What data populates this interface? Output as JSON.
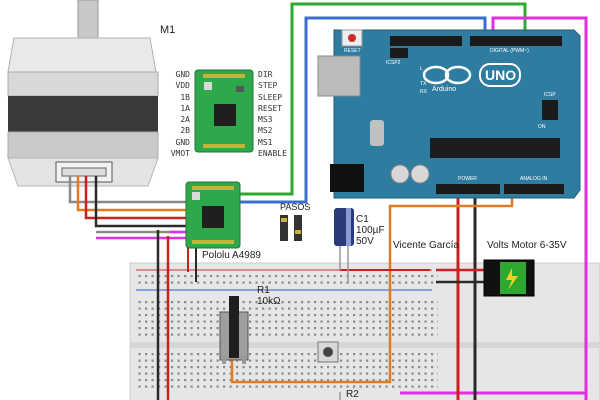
{
  "motor": {
    "label": "M1"
  },
  "driver": {
    "name": "Pololu A4989",
    "pins_left": [
      "GND",
      "VDD",
      "1B",
      "1A",
      "2A",
      "2B",
      "GND",
      "VMOT"
    ],
    "pins_right": [
      "DIR",
      "STEP",
      "SLEEP",
      "RESET",
      "MS3",
      "MS2",
      "MS1",
      "ENABLE"
    ]
  },
  "pasos": {
    "label": "PASOS"
  },
  "capacitor": {
    "name": "C1",
    "value": "100µF",
    "voltage": "50V"
  },
  "author": {
    "name": "Vicente García"
  },
  "power_supply": {
    "label": "Volts Motor 6-35V"
  },
  "potentiometer": {
    "name": "R1",
    "value": "10kΩ"
  },
  "resistor": {
    "name": "R2"
  },
  "arduino": {
    "reset_label": "RESET",
    "icsp2_label": "ICSP2",
    "icsp_label": "ICSP",
    "tx_label": "TX",
    "rx_label": "RX",
    "l_label": "L",
    "on_label": "ON",
    "brand_label": "Arduino",
    "uno_label": "UNO",
    "digital_label": "DIGITAL (PWM~)",
    "power_label": "POWER",
    "analog_label": "ANALOG IN"
  },
  "colors": {
    "arduino_board": "#2e7da0",
    "driver_board": "#2ea84a",
    "breadboard": "#e4e4e4",
    "wire_red": "#cc1f1f",
    "wire_black": "#2a2a2a",
    "wire_green": "#2fa82f",
    "wire_blue": "#3a6fd0",
    "wire_orange": "#e07b20",
    "wire_magenta": "#e030e0",
    "wire_gray": "#8a8a8a"
  }
}
